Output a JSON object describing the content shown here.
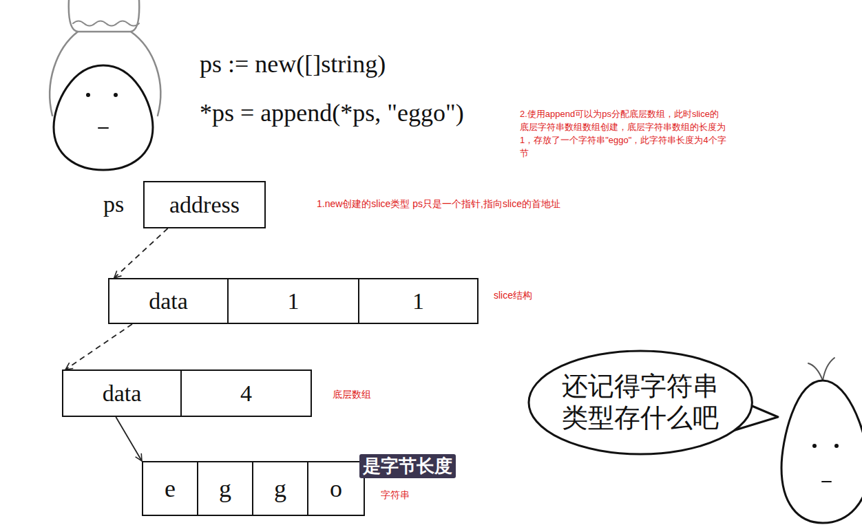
{
  "diagram": {
    "nodes": [
      {
        "text": [
          "address"
        ]
      },
      {
        "text": [
          "data"
        ]
      },
      {
        "text": [
          "1"
        ]
      },
      {
        "text": [
          "1"
        ]
      },
      {
        "text": [
          "data"
        ]
      },
      {
        "text": [
          "4"
        ]
      },
      {
        "text": [
          "e"
        ]
      },
      {
        "text": [
          "g"
        ]
      },
      {
        "text": [
          "g"
        ]
      },
      {
        "text": [
          "o"
        ]
      },
      {
        "text": [
          "还记得字符串类型存什么吧"
        ]
      }
    ],
    "edges": [
      {
        "from": 0,
        "to": 1,
        "arrow": "to"
      },
      {
        "from": 1,
        "to": 4,
        "arrow": "to"
      },
      {
        "from": 4,
        "to": 6,
        "arrow": "to"
      }
    ],
    "labels": [
      "ps := new([]string)",
      "*ps = append(*ps, \"eggo\")",
      "2.使用append可以为ps分配底层数组，此时slice的底层字符串数组数组创建，底层字符串数组的长度为1，存放了一个字符串\"eggo\"，此字符串长度为4个字节",
      "ps",
      "1.new创建的slice类型 ps只是一个指针,指向slice的首地址",
      "slice结构",
      "底层数组",
      "是字节长度",
      "字符串"
    ]
  }
}
